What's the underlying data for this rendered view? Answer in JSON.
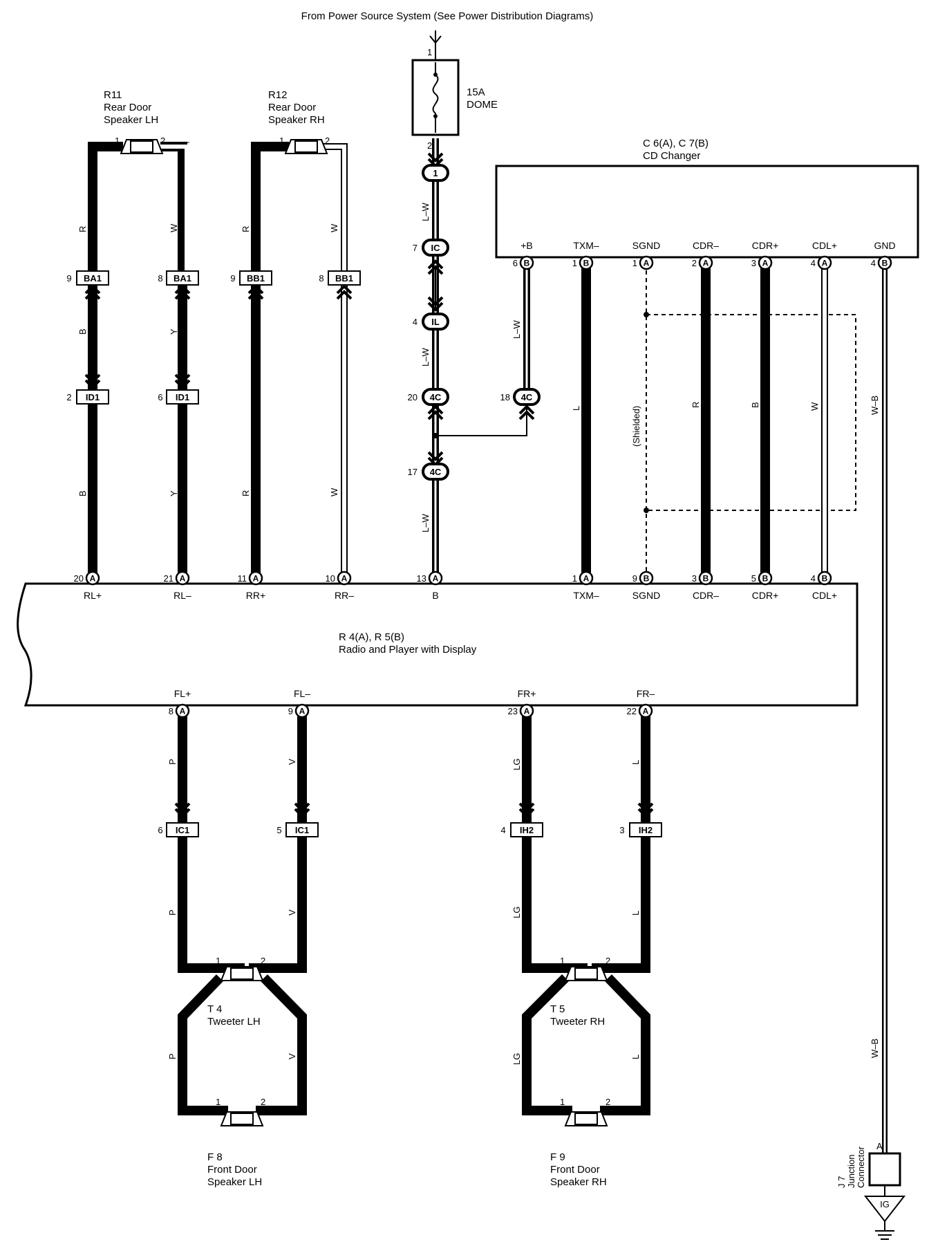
{
  "header": "From Power Source System (See Power Distribution Diagrams)",
  "fuse": {
    "amp": "15A",
    "name": "DOME",
    "pin_in": "1",
    "pin_out": "2"
  },
  "cd_changer": {
    "code": "C 6(A), C 7(B)",
    "name": "CD Changer",
    "terminals": [
      {
        "label": "+B",
        "pin": "6",
        "conn": "B"
      },
      {
        "label": "TXM–",
        "pin": "1",
        "conn": "B"
      },
      {
        "label": "SGND",
        "pin": "1",
        "conn": "A"
      },
      {
        "label": "CDR–",
        "pin": "2",
        "conn": "A"
      },
      {
        "label": "CDR+",
        "pin": "3",
        "conn": "A"
      },
      {
        "label": "CDL+",
        "pin": "4",
        "conn": "A"
      },
      {
        "label": "GND",
        "pin": "4",
        "conn": "B"
      }
    ]
  },
  "radio": {
    "code": "R 4(A), R 5(B)",
    "name": "Radio and Player with Display",
    "top_terminals": [
      {
        "label": "RL+",
        "pin": "20",
        "conn": "A"
      },
      {
        "label": "RL–",
        "pin": "21",
        "conn": "A"
      },
      {
        "label": "RR+",
        "pin": "11",
        "conn": "A"
      },
      {
        "label": "RR–",
        "pin": "10",
        "conn": "A"
      },
      {
        "label": "B",
        "pin": "13",
        "conn": "A"
      },
      {
        "label": "TXM–",
        "pin": "1",
        "conn": "A"
      },
      {
        "label": "SGND",
        "pin": "9",
        "conn": "B"
      },
      {
        "label": "CDR–",
        "pin": "3",
        "conn": "B"
      },
      {
        "label": "CDR+",
        "pin": "5",
        "conn": "B"
      },
      {
        "label": "CDL+",
        "pin": "4",
        "conn": "B"
      }
    ],
    "bottom_terminals": [
      {
        "label": "FL+",
        "pin": "8",
        "conn": "A"
      },
      {
        "label": "FL–",
        "pin": "9",
        "conn": "A"
      },
      {
        "label": "FR+",
        "pin": "23",
        "conn": "A"
      },
      {
        "label": "FR–",
        "pin": "22",
        "conn": "A"
      }
    ]
  },
  "speakers": {
    "r11": {
      "code": "R11",
      "line1": "Rear Door",
      "line2": "Speaker LH"
    },
    "r12": {
      "code": "R12",
      "line1": "Rear Door",
      "line2": "Speaker RH"
    },
    "t4": {
      "code": "T 4",
      "name": "Tweeter LH"
    },
    "t5": {
      "code": "T 5",
      "name": "Tweeter RH"
    },
    "f8": {
      "code": "F 8",
      "line1": "Front Door",
      "line2": "Speaker LH"
    },
    "f9": {
      "code": "F 9",
      "line1": "Front Door",
      "line2": "Speaker RH"
    },
    "pin1": "1",
    "pin2": "2"
  },
  "junction": {
    "code": "J 7",
    "line1": "Junction",
    "line2": "Connector",
    "pin": "A",
    "ground": "IG"
  },
  "shielded": "(Shielded)",
  "connectors": {
    "ba1_left": {
      "id": "BA1",
      "pin": "9"
    },
    "ba1_right": {
      "id": "BA1",
      "pin": "8"
    },
    "bb1_left": {
      "id": "BB1",
      "pin": "9"
    },
    "bb1_right": {
      "id": "BB1",
      "pin": "8"
    },
    "id1_left": {
      "id": "ID1",
      "pin": "2"
    },
    "id1_right": {
      "id": "ID1",
      "pin": "6"
    },
    "ic1_left": {
      "id": "IC1",
      "pin": "6"
    },
    "ic1_right": {
      "id": "IC1",
      "pin": "5"
    },
    "ih2_left": {
      "id": "IH2",
      "pin": "4"
    },
    "ih2_right": {
      "id": "IH2",
      "pin": "3"
    },
    "j1": {
      "id": "1"
    },
    "ic": {
      "id": "IC",
      "pin": "7"
    },
    "il": {
      "id": "IL",
      "pin": "4"
    },
    "c4c_a": {
      "id": "4C",
      "pin": "20"
    },
    "c4c_b": {
      "id": "4C",
      "pin": "18"
    },
    "c4c_c": {
      "id": "4C",
      "pin": "17"
    }
  },
  "wires": {
    "r": "R",
    "w": "W",
    "b": "B",
    "y": "Y",
    "lw": "L–W",
    "l": "L",
    "p": "P",
    "v": "V",
    "lg": "LG",
    "wb": "W–B"
  },
  "colors": {
    "ink": "#000000",
    "paper": "#ffffff"
  }
}
